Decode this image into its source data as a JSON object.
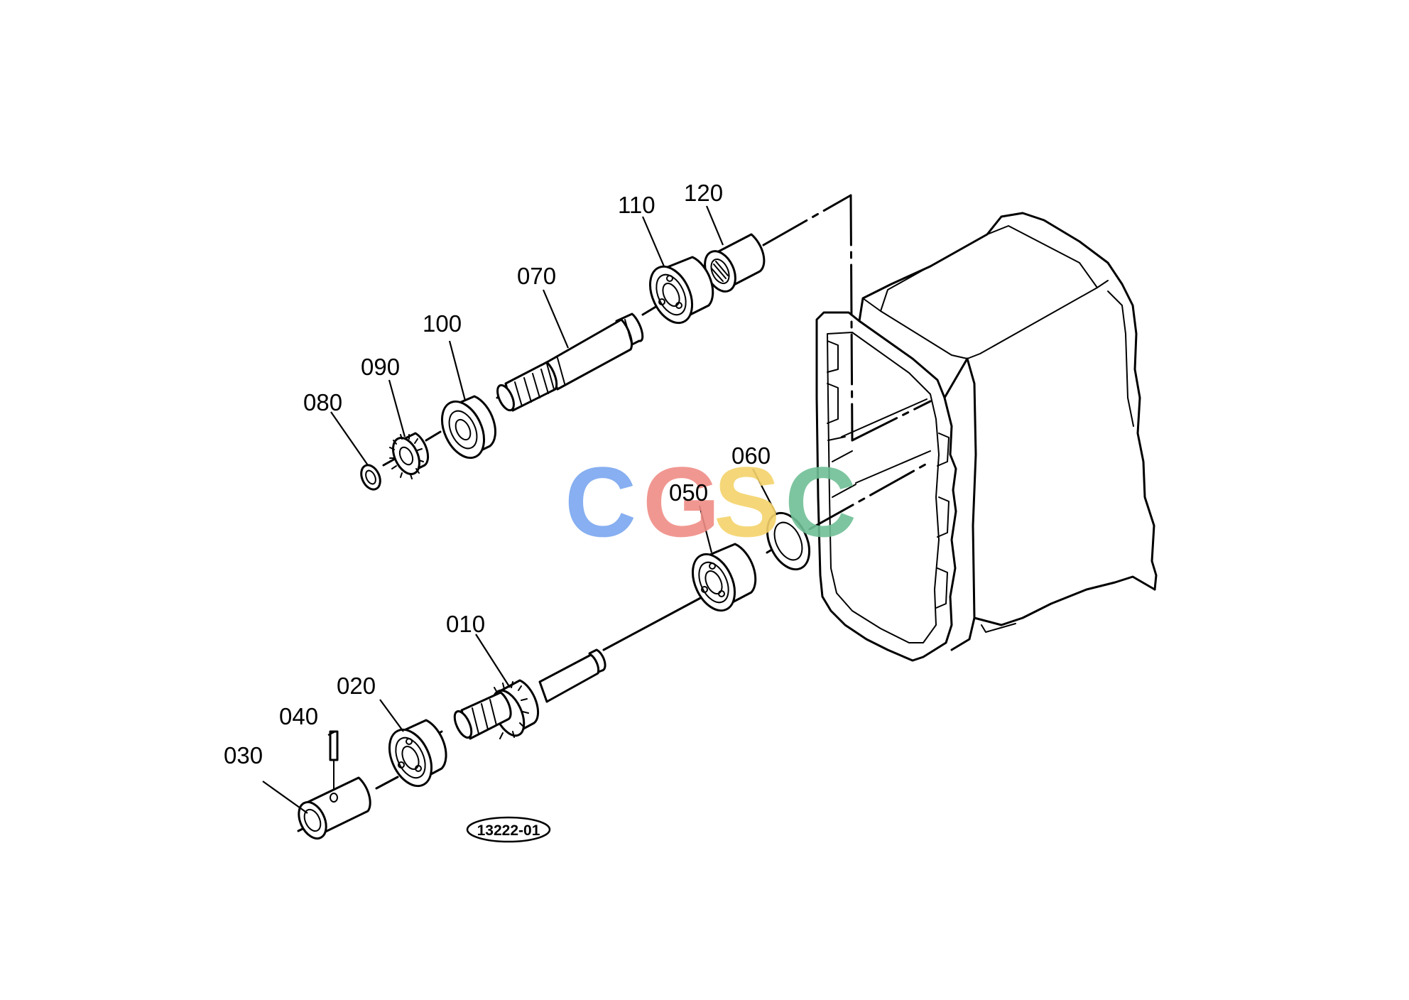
{
  "diagram": {
    "reference_code": "13222-01",
    "parts": [
      {
        "id": "010",
        "name_hint": "gear shaft"
      },
      {
        "id": "020",
        "name_hint": "ball bearing"
      },
      {
        "id": "030",
        "name_hint": "collar"
      },
      {
        "id": "040",
        "name_hint": "spring pin"
      },
      {
        "id": "050",
        "name_hint": "ball bearing"
      },
      {
        "id": "060",
        "name_hint": "washer"
      },
      {
        "id": "070",
        "name_hint": "shaft"
      },
      {
        "id": "080",
        "name_hint": "circlip"
      },
      {
        "id": "090",
        "name_hint": "gear"
      },
      {
        "id": "100",
        "name_hint": "ball bearing"
      },
      {
        "id": "110",
        "name_hint": "ball bearing"
      },
      {
        "id": "120",
        "name_hint": "collar"
      }
    ],
    "labels": {
      "p010": "010",
      "p020": "020",
      "p030": "030",
      "p040": "040",
      "p050": "050",
      "p060": "060",
      "p070": "070",
      "p080": "080",
      "p090": "090",
      "p100": "100",
      "p110": "110",
      "p120": "120"
    }
  },
  "watermark": {
    "letters": [
      "C",
      "G",
      "S",
      "C"
    ],
    "colors": [
      "#7ba7f0",
      "#f08c86",
      "#f5d36b",
      "#6fbf96"
    ]
  }
}
